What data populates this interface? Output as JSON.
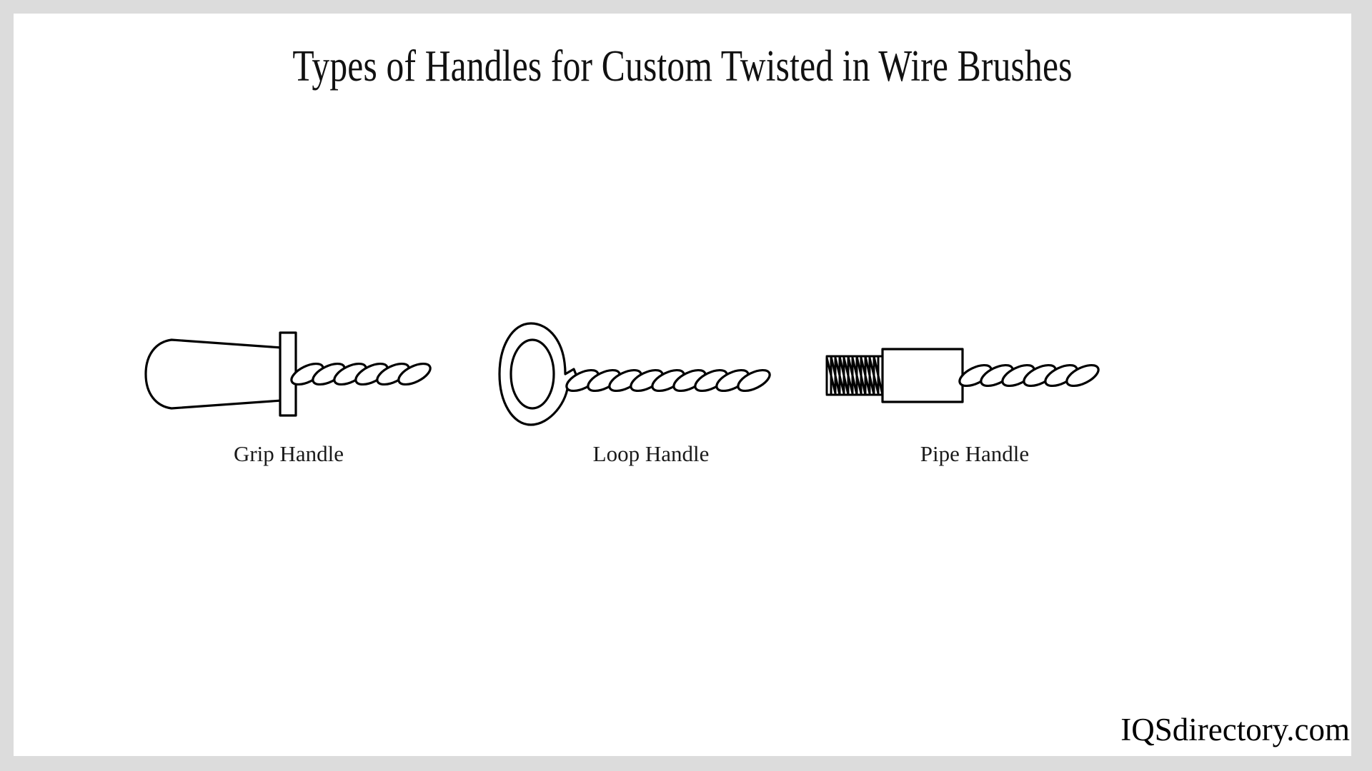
{
  "page": {
    "background_color": "#dcdcdc",
    "card_color": "#ffffff",
    "ink_color": "#000000"
  },
  "title": "Types of Handles for Custom Twisted in Wire Brushes",
  "figures": [
    {
      "id": "grip-handle",
      "label": "Grip Handle",
      "parts": [
        "tapered-grip-body",
        "ferrule-collar",
        "twisted-wire-shaft"
      ]
    },
    {
      "id": "loop-handle",
      "label": "Loop Handle",
      "parts": [
        "wire-loop-ring",
        "twisted-wire-shaft"
      ]
    },
    {
      "id": "pipe-handle",
      "label": "Pipe Handle",
      "parts": [
        "threaded-section",
        "pipe-tube-body",
        "twisted-wire-shaft"
      ]
    }
  ],
  "watermark": "IQSdirectory.com"
}
